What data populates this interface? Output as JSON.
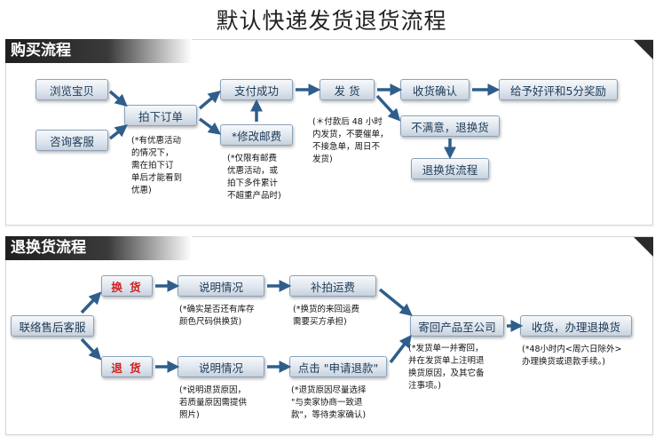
{
  "title": "默认快递发货退货流程",
  "purchase": {
    "heading": "购买流程",
    "browse": "浏览宝贝",
    "consult": "咨询客服",
    "order": "拍下订单",
    "order_note": [
      "(*有优惠活动",
      "的情况下，",
      "需在拍下订",
      "单后才能看到",
      "优惠)"
    ],
    "paid": "支付成功",
    "modify_postage": "*修改邮费",
    "postage_note": [
      "(*仅限有邮费",
      "优惠活动，或",
      "拍下多件累计",
      "不超重产品时)"
    ],
    "ship": "发  货",
    "ship_note": [
      "(＊付款后 48 小时",
      "内发货，不要催单，",
      "不接急单，周日不",
      "发货)"
    ],
    "confirm": "收货确认",
    "review": "给予好评和5分奖励",
    "unhappy": "不满意，退换货",
    "return_flow": "退换货流程"
  },
  "returns": {
    "heading": "退换货流程",
    "contact": "联络售后客服",
    "exchange": "换 货",
    "exchange_explain": "说明情况",
    "exchange_note": [
      "(*确实是否还有库存",
      "颜色尺码供换货)"
    ],
    "pay_shipping": "补拍运费",
    "shipping_note": [
      "(*换货的来回运费",
      "需要买方承担)"
    ],
    "refund": "退 货",
    "refund_explain": "说明情况",
    "refund_note": [
      "(*说明退货原因，",
      "若质量原因需提供",
      "照片)"
    ],
    "apply": "点击 \"申请退款\"",
    "apply_note": [
      "(*退货原因尽量选择",
      "\"与卖家协商一致退",
      "款\"，等待卖家确认)"
    ],
    "send_back": "寄回产品至公司",
    "send_note": [
      "(*发货单一并寄回，",
      "并在发货单上注明退",
      "换货原因，及其它备",
      "注事项。)"
    ],
    "receive": "收货，办理退换货",
    "receive_note": [
      "(*48小时内<周六日除外>",
      "办理换货或退款手续。)"
    ]
  },
  "colors": {
    "arrow": "#2f5e8c",
    "accent_red": "#d21f1f",
    "box_text": "#1d3a56"
  }
}
